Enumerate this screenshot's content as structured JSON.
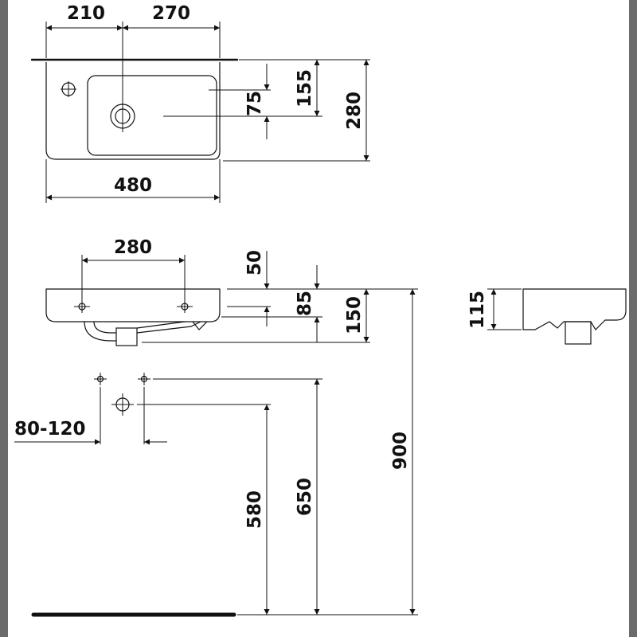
{
  "drawing": {
    "top_view": {
      "width_left": "210",
      "width_right": "270",
      "overall_width": "480",
      "depth_to_drain": "155",
      "drain_offset": "75",
      "overall_depth": "280"
    },
    "front_view": {
      "hole_spacing": "280",
      "top_to_hole": "50",
      "top_to_base": "85",
      "overall_height": "150",
      "mounting_height": "900"
    },
    "side_view": {
      "height": "115"
    },
    "wall_view": {
      "supply_spacing": "80-120",
      "drain_height": "580",
      "supply_height": "650"
    }
  }
}
